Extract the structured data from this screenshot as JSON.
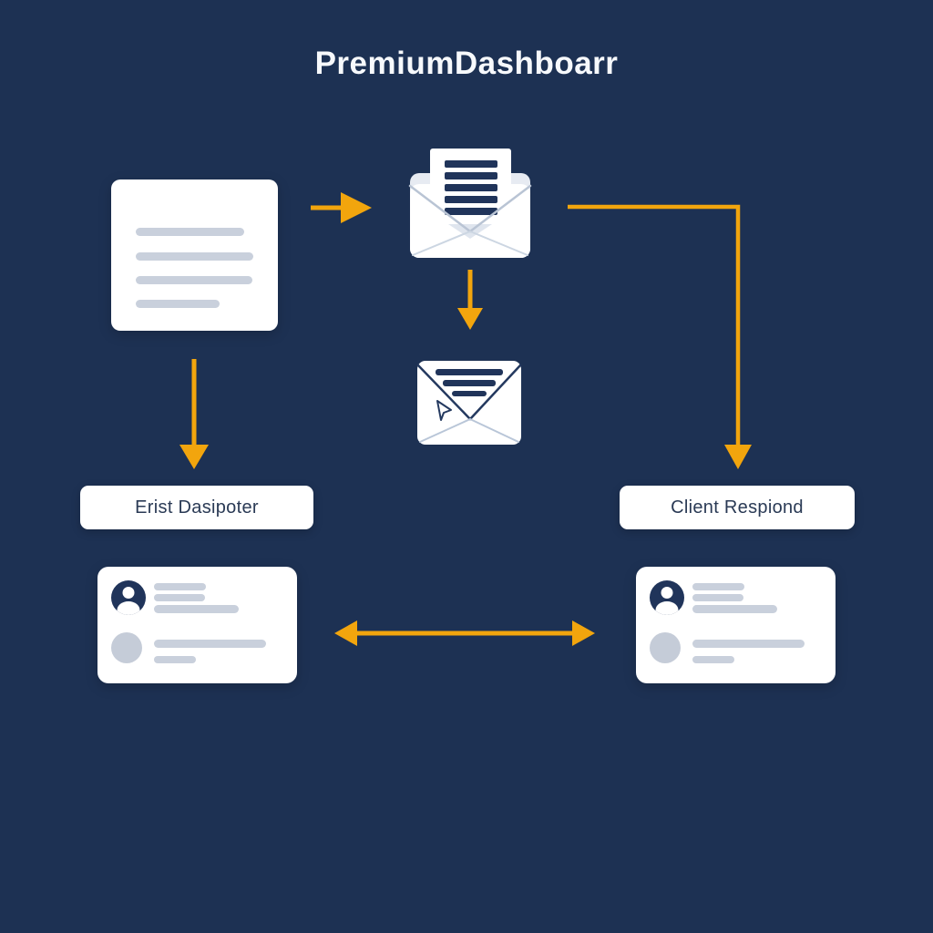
{
  "title": "PremiumDashboarr",
  "colors": {
    "background": "#1d3153",
    "surface": "#ffffff",
    "accent": "#f2a50d",
    "navy_ink": "#20345a",
    "bar": "#c9d0dc",
    "muted_circle": "#c5ccd8",
    "env_back": "#e7ebf2",
    "env_stroke": "#b9c4d4",
    "env_stroke_soft": "#ccd6e2",
    "label_text": "#2a3a55",
    "title_text": "#f7f9fc"
  },
  "diagram": {
    "nodes": {
      "document_card": {
        "icon": "document-icon",
        "placeholder_lines": 4
      },
      "open_envelope": {
        "icon": "open-envelope-icon",
        "letter_lines": 5
      },
      "sent_envelope": {
        "icon": "sent-envelope-icon",
        "letter_lines": 3
      },
      "left_label": "Erist Dasipoter",
      "right_label": "Client Respiond",
      "left_contact_card": {
        "icon": "user-avatar-icon",
        "rows": 2,
        "placeholder_lines": 5
      },
      "right_contact_card": {
        "icon": "user-avatar-icon",
        "rows": 2,
        "placeholder_lines": 5
      }
    },
    "arrows": [
      "document-to-envelope",
      "envelope-to-sent-envelope",
      "envelope-to-client-respond",
      "document-to-erist-dasipoter",
      "contacts-bidirectional"
    ]
  }
}
